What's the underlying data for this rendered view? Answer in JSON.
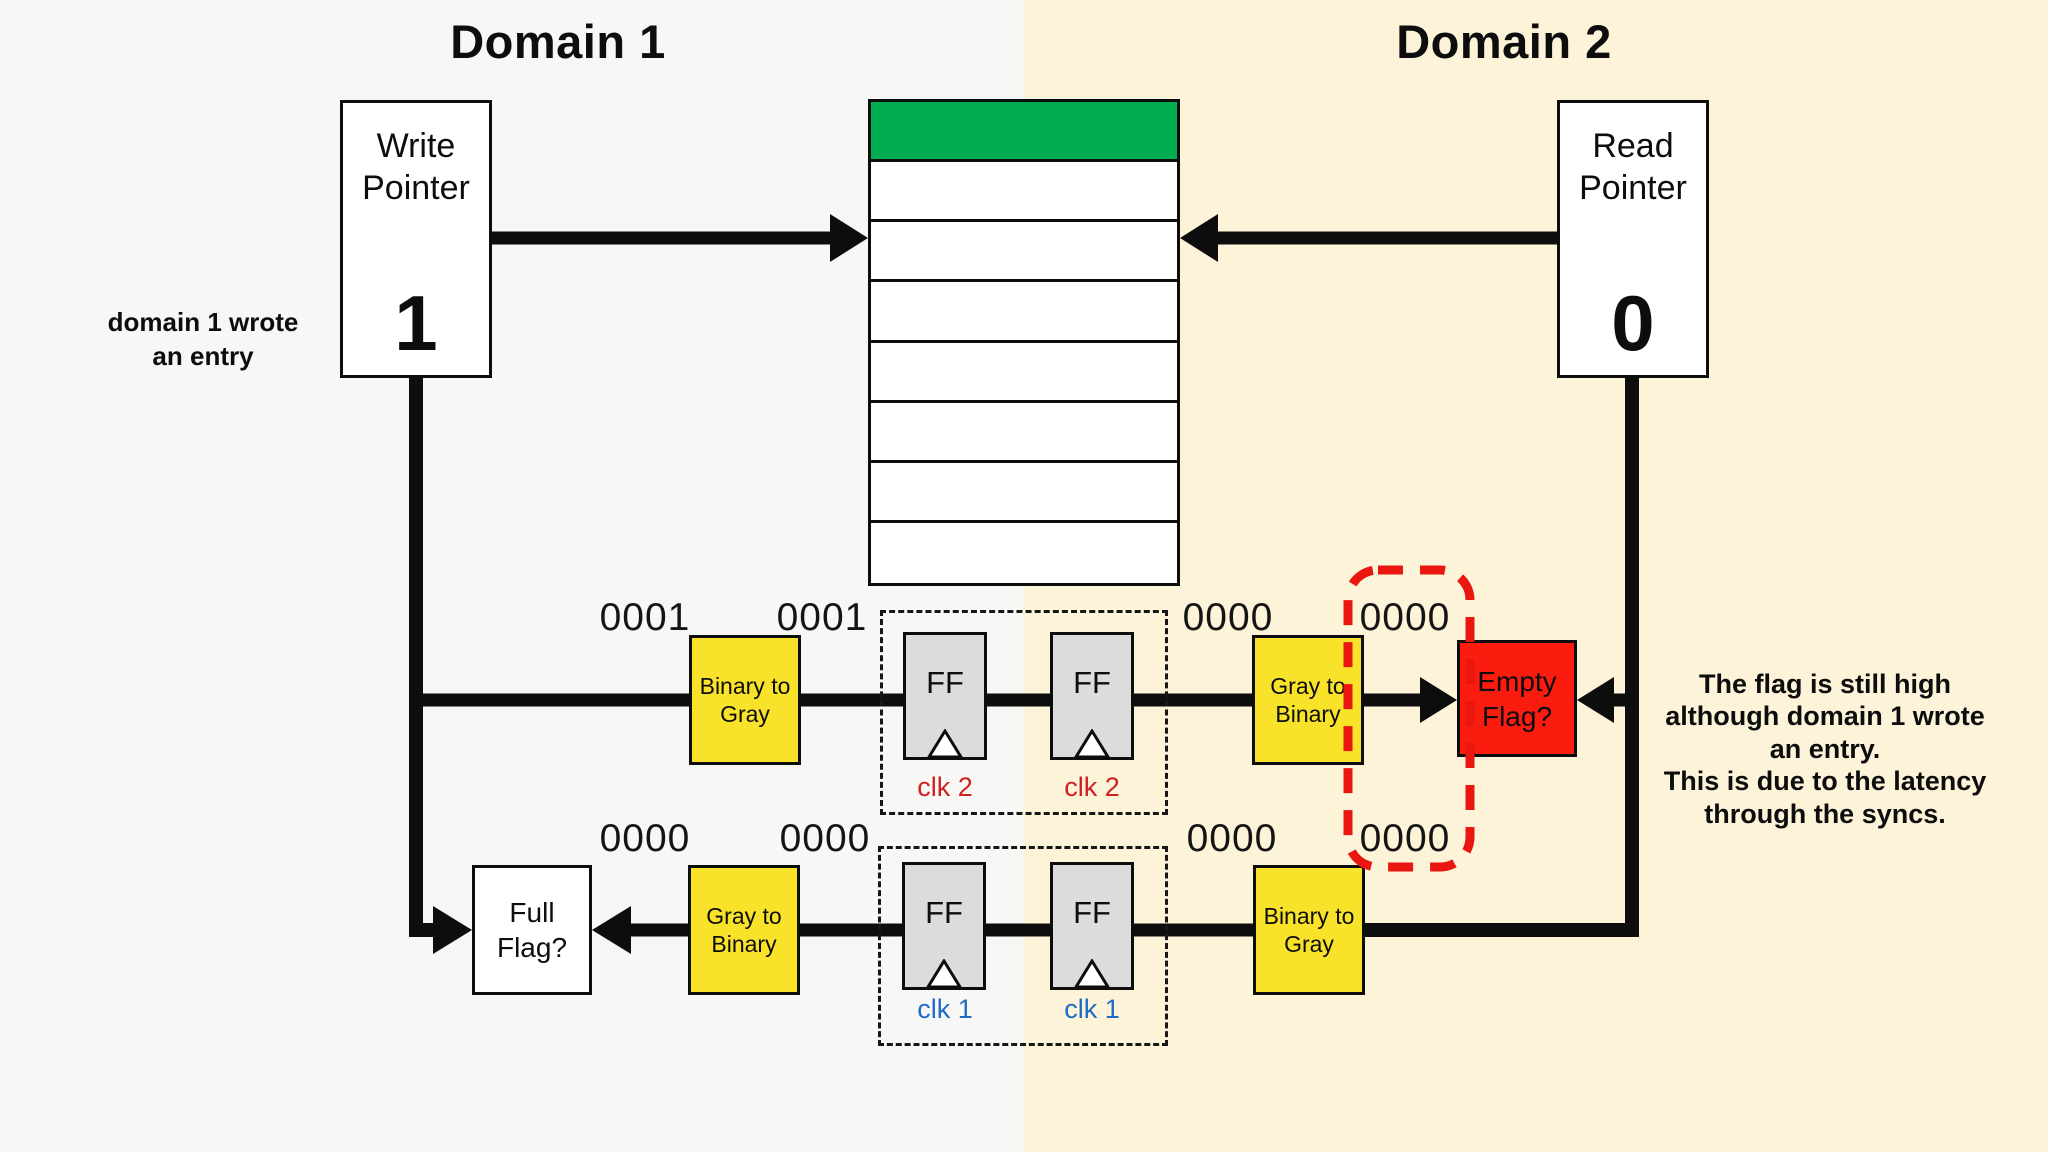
{
  "colors": {
    "bg-left": "#f7f8f5",
    "bg-right": "#fcf3d9",
    "green": "#00ad50",
    "yellow": "#f8e22a",
    "box-gray": "#dcdcdc",
    "flag-red": "#f91c0f",
    "dash-red": "#e9170f",
    "clk2": "#cf2020",
    "clk1": "#1e6bc8"
  },
  "titles": {
    "domain1": "Domain 1",
    "domain2": "Domain 2"
  },
  "write_pointer": {
    "label": "Write\nPointer",
    "value": "1"
  },
  "read_pointer": {
    "label": "Read\nPointer",
    "value": "0"
  },
  "fifo": {
    "row_count": 8,
    "filled_row_index": 0
  },
  "converters": {
    "wr_bin_to_gray": "Binary to\nGray",
    "wr_gray_to_bin": "Gray to\nBinary",
    "rd_gray_to_bin": "Gray to\nBinary",
    "rd_bin_to_gray": "Binary to\nGray"
  },
  "flip_flops": {
    "label": "FF"
  },
  "clocks": {
    "clk2": "clk 2",
    "clk1": "clk 1"
  },
  "flags": {
    "empty": "Empty\nFlag?",
    "full": "Full\nFlag?"
  },
  "bus_labels": {
    "top": [
      "0001",
      "0001",
      "0000",
      "0000"
    ],
    "bottom": [
      "0000",
      "0000",
      "0000",
      "0000"
    ]
  },
  "notes": {
    "left": "domain 1 wrote\nan entry",
    "right": "The flag is still high\nalthough domain 1 wrote\nan entry.\nThis is due to the latency\nthrough the syncs."
  }
}
